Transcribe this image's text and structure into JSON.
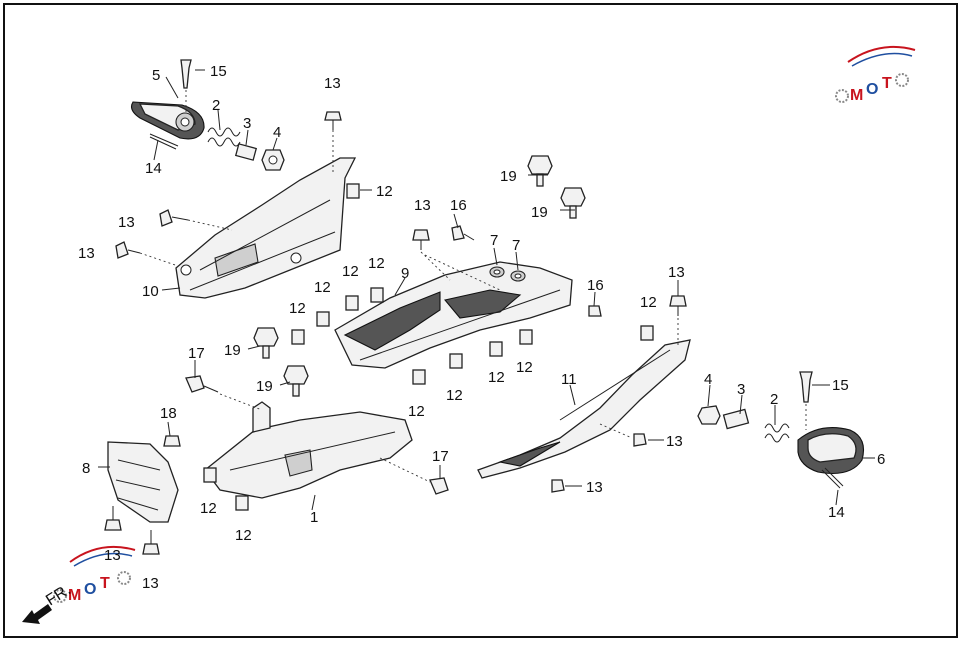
{
  "callouts": [
    {
      "id": "c5a",
      "text": "5"
    },
    {
      "id": "c15a",
      "text": "15"
    },
    {
      "id": "c2a",
      "text": "2"
    },
    {
      "id": "c3a",
      "text": "3"
    },
    {
      "id": "c4a",
      "text": "4"
    },
    {
      "id": "c14a",
      "text": "14"
    },
    {
      "id": "c13a",
      "text": "13"
    },
    {
      "id": "c13b",
      "text": "13"
    },
    {
      "id": "c13c",
      "text": "13"
    },
    {
      "id": "c12a",
      "text": "12"
    },
    {
      "id": "c10",
      "text": "10"
    },
    {
      "id": "c19a",
      "text": "19"
    },
    {
      "id": "c19b",
      "text": "19"
    },
    {
      "id": "c13d",
      "text": "13"
    },
    {
      "id": "c16a",
      "text": "16"
    },
    {
      "id": "c7a",
      "text": "7"
    },
    {
      "id": "c7b",
      "text": "7"
    },
    {
      "id": "c12b",
      "text": "12"
    },
    {
      "id": "c12c",
      "text": "12"
    },
    {
      "id": "c12d",
      "text": "12"
    },
    {
      "id": "c9",
      "text": "9"
    },
    {
      "id": "c12e",
      "text": "12"
    },
    {
      "id": "c16b",
      "text": "16"
    },
    {
      "id": "c13e",
      "text": "13"
    },
    {
      "id": "c12f",
      "text": "12"
    },
    {
      "id": "c17a",
      "text": "17"
    },
    {
      "id": "c19c",
      "text": "19"
    },
    {
      "id": "c19d",
      "text": "19"
    },
    {
      "id": "c12g",
      "text": "12"
    },
    {
      "id": "c12h",
      "text": "12"
    },
    {
      "id": "c12i",
      "text": "12"
    },
    {
      "id": "c12j",
      "text": "12"
    },
    {
      "id": "c11",
      "text": "11"
    },
    {
      "id": "c4b",
      "text": "4"
    },
    {
      "id": "c3b",
      "text": "3"
    },
    {
      "id": "c2b",
      "text": "2"
    },
    {
      "id": "c15b",
      "text": "15"
    },
    {
      "id": "c18",
      "text": "18"
    },
    {
      "id": "c8",
      "text": "8"
    },
    {
      "id": "c13f",
      "text": "13"
    },
    {
      "id": "c17b",
      "text": "17"
    },
    {
      "id": "c6",
      "text": "6"
    },
    {
      "id": "c14b",
      "text": "14"
    },
    {
      "id": "c12k",
      "text": "12"
    },
    {
      "id": "c12l",
      "text": "12"
    },
    {
      "id": "c1",
      "text": "1"
    },
    {
      "id": "c13g",
      "text": "13"
    },
    {
      "id": "c13h",
      "text": "13"
    },
    {
      "id": "c13i",
      "text": "13"
    }
  ],
  "front_indicator": {
    "text": "FR."
  },
  "watermark": {
    "text_parts": [
      "M",
      "O",
      "T",
      "O"
    ],
    "colors": {
      "red": "#c8141e",
      "blue": "#1f4fa0",
      "grey": "#888888"
    }
  },
  "colors": {
    "line": "#222222",
    "part_fill": "#f2f2f2",
    "dark_fill": "#555555",
    "frame": "#111111"
  }
}
